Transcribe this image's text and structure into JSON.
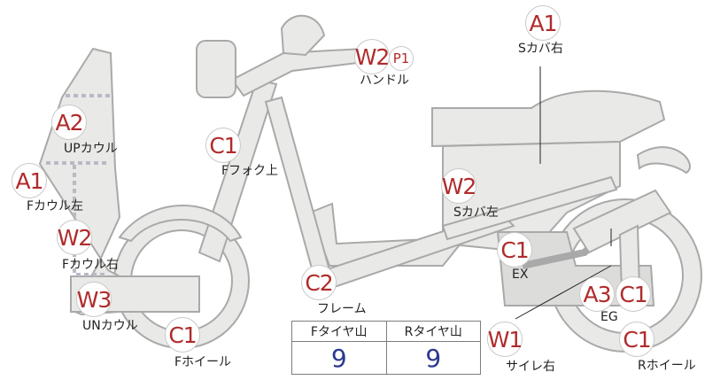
{
  "parts": [
    {
      "id": "s-cover-right",
      "grade": "A1",
      "label": "Sカバ右"
    },
    {
      "id": "handle",
      "grade": "W2",
      "sub_grade": "P1",
      "label": "ハンドル"
    },
    {
      "id": "up-cowl",
      "grade": "A2",
      "label": "UPカウル"
    },
    {
      "id": "f-fork-upper",
      "grade": "C1",
      "label": "Fフォク上"
    },
    {
      "id": "f-cowl-left",
      "grade": "A1",
      "label": "Fカウル左"
    },
    {
      "id": "s-cover-left",
      "grade": "W2",
      "label": "Sカバ左"
    },
    {
      "id": "f-cowl-right",
      "grade": "W2",
      "label": "Fカウル右"
    },
    {
      "id": "exhaust",
      "grade": "C1",
      "label": "EX"
    },
    {
      "id": "frame",
      "grade": "C2",
      "label": "フレーム"
    },
    {
      "id": "engine",
      "grade": "A3",
      "grade2": "C1",
      "label": "EG"
    },
    {
      "id": "un-cowl",
      "grade": "W3",
      "label": "UNカウル"
    },
    {
      "id": "f-wheel",
      "grade": "C1",
      "label": "Fホイール"
    },
    {
      "id": "side-cover-right",
      "grade": "W1",
      "label": "サイレ右"
    },
    {
      "id": "r-wheel",
      "grade": "C1",
      "label": "Rホイール"
    }
  ],
  "tire_tread": {
    "headers": [
      "Fタイヤ山",
      "Rタイヤ山"
    ],
    "values": [
      "9",
      "9"
    ]
  }
}
